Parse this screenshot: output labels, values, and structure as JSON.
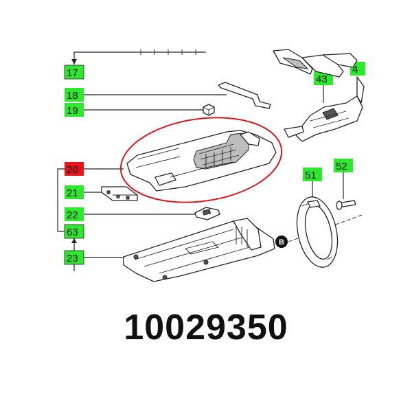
{
  "part_number": "10029350",
  "reference_marker": "B",
  "colors": {
    "label_green": "#2ee82e",
    "label_red": "#e8141c",
    "highlight_red": "#d9171f",
    "line": "#222222"
  },
  "labels": [
    {
      "id": "17",
      "text": "17",
      "highlight": "green"
    },
    {
      "id": "18",
      "text": "18",
      "highlight": "green"
    },
    {
      "id": "19",
      "text": "19",
      "highlight": "green"
    },
    {
      "id": "20",
      "text": "20",
      "highlight": "red"
    },
    {
      "id": "21",
      "text": "21",
      "highlight": "green"
    },
    {
      "id": "22",
      "text": "22",
      "highlight": "green"
    },
    {
      "id": "63",
      "text": "63",
      "highlight": "green"
    },
    {
      "id": "23",
      "text": "23",
      "highlight": "green"
    },
    {
      "id": "43",
      "text": "43",
      "highlight": "green"
    },
    {
      "id": "4x",
      "text": "4",
      "highlight": "green"
    },
    {
      "id": "51",
      "text": "51",
      "highlight": "green"
    },
    {
      "id": "52",
      "text": "52",
      "highlight": "green"
    }
  ]
}
